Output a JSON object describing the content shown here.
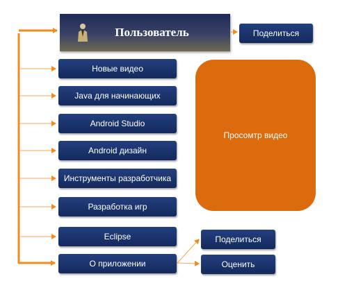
{
  "header": {
    "title": "Пользователь",
    "icon": "user-icon"
  },
  "share_top": {
    "label": "Поделиться"
  },
  "menu": [
    {
      "label": "Новые видео"
    },
    {
      "label": "Java для начинающих"
    },
    {
      "label": "Android Studio"
    },
    {
      "label": "Android дизайн"
    },
    {
      "label": "Инструменты разработчика"
    },
    {
      "label": "Разработка игр"
    },
    {
      "label": "Eclipse"
    },
    {
      "label": "О приложении"
    }
  ],
  "video_panel": {
    "label": "Просомтр видео"
  },
  "about_actions": [
    {
      "label": "Поделиться"
    },
    {
      "label": "Оценить"
    }
  ],
  "colors": {
    "button_fill": "#142a5e",
    "orange": "#db6b0c",
    "connector": "#f28a1c"
  }
}
